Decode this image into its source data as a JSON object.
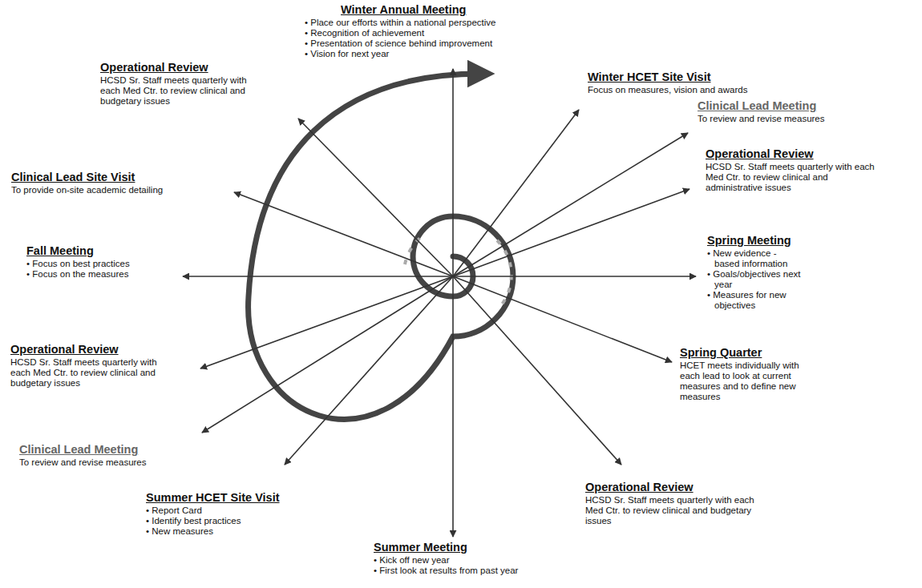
{
  "diagram": {
    "nodes": [
      {
        "text": [
          "Winter Annual Meeting",
          "• Place our efforts within a national perspective",
          "• Recognition of achievement",
          "• Presentation of science behind improvement",
          "• Vision for next year"
        ]
      },
      {
        "text": [
          "Operational Review",
          "HCSD Sr. Staff meets quarterly with each Med Ctr. to review clinical and budgetary issues"
        ]
      },
      {
        "text": [
          "Winter HCET Site Visit",
          "Focus on measures, vision and awards"
        ]
      },
      {
        "text": [
          "Clinical Lead Meeting",
          "To review and revise measures"
        ]
      },
      {
        "text": [
          "Operational Review",
          "HCSD Sr. Staff meets quarterly with each Med Ctr. to review clinical and administrative issues"
        ]
      },
      {
        "text": [
          "Clinical Lead Site Visit",
          "To provide on-site academic detailing"
        ]
      },
      {
        "text": [
          "Spring Meeting",
          "• New evidence - based information",
          "• Goals/objectives next year",
          "• Measures for new objectives"
        ]
      },
      {
        "text": [
          "Fall Meeting",
          "• Focus on best practices",
          "• Focus on the measures"
        ]
      },
      {
        "text": [
          "Operational Review",
          "HCSD Sr. Staff meets quarterly with each Med Ctr. to review clinical and budgetary issues"
        ]
      },
      {
        "text": [
          "Spring Quarter",
          "HCET meets individually with each lead to look at current measures and to define new measures"
        ]
      },
      {
        "text": [
          "Clinical Lead Meeting",
          "To review and revise measures"
        ]
      },
      {
        "text": [
          "Operational Review",
          "HCSD Sr. Staff meets quarterly with each Med Ctr. to review clinical and budgetary issues"
        ]
      },
      {
        "text": [
          "Summer HCET Site Visit",
          "• Report Card",
          "• Identify best practices",
          "• New measures"
        ]
      },
      {
        "text": [
          "Summer Meeting",
          "• Kick off new year",
          "• First look at results from past year"
        ]
      }
    ]
  }
}
